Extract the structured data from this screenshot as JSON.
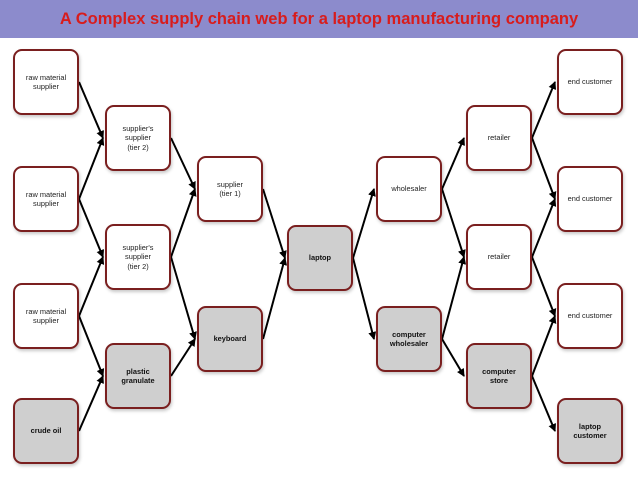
{
  "title": "A Complex supply chain web for a laptop manufacturing company",
  "colors": {
    "banner": "#8c8bcc",
    "title": "#d81c1c",
    "node_border": "#7a1f1f",
    "highlight_fill": "#cfcfcf",
    "arrow": "#000000"
  },
  "nodes": [
    {
      "id": "raw1",
      "label": "raw material\nsupplier",
      "highlight": false
    },
    {
      "id": "raw2",
      "label": "raw material\nsupplier",
      "highlight": false
    },
    {
      "id": "raw3",
      "label": "raw material\nsupplier",
      "highlight": false
    },
    {
      "id": "crude",
      "label": "crude oil",
      "highlight": true
    },
    {
      "id": "ss1",
      "label": "supplier's\nsupplier\n(tier 2)",
      "highlight": false
    },
    {
      "id": "ss2",
      "label": "supplier's\nsupplier\n(tier 2)",
      "highlight": false
    },
    {
      "id": "plastic",
      "label": "plastic\ngranulate",
      "highlight": true
    },
    {
      "id": "supp1",
      "label": "supplier\n(tier 1)",
      "highlight": false
    },
    {
      "id": "keyboard",
      "label": "keyboard",
      "highlight": true
    },
    {
      "id": "laptop",
      "label": "laptop",
      "highlight": true
    },
    {
      "id": "wholesaler",
      "label": "wholesaler",
      "highlight": false
    },
    {
      "id": "compwhole",
      "label": "computer\nwholesaler",
      "highlight": true
    },
    {
      "id": "retail1",
      "label": "retailer",
      "highlight": false
    },
    {
      "id": "retail2",
      "label": "retailer",
      "highlight": false
    },
    {
      "id": "compstore",
      "label": "computer\nstore",
      "highlight": true
    },
    {
      "id": "end1",
      "label": "end customer",
      "highlight": false
    },
    {
      "id": "end2",
      "label": "end customer",
      "highlight": false
    },
    {
      "id": "end3",
      "label": "end customer",
      "highlight": false
    },
    {
      "id": "lapcust",
      "label": "laptop\ncustomer",
      "highlight": true
    }
  ],
  "edges": [
    [
      "raw1",
      "ss1"
    ],
    [
      "raw2",
      "ss1"
    ],
    [
      "raw2",
      "ss2"
    ],
    [
      "raw3",
      "ss2"
    ],
    [
      "raw3",
      "plastic"
    ],
    [
      "crude",
      "plastic"
    ],
    [
      "ss1",
      "supp1"
    ],
    [
      "ss2",
      "supp1"
    ],
    [
      "ss2",
      "keyboard"
    ],
    [
      "plastic",
      "keyboard"
    ],
    [
      "supp1",
      "laptop"
    ],
    [
      "keyboard",
      "laptop"
    ],
    [
      "laptop",
      "wholesaler"
    ],
    [
      "laptop",
      "compwhole"
    ],
    [
      "wholesaler",
      "retail1"
    ],
    [
      "wholesaler",
      "retail2"
    ],
    [
      "compwhole",
      "retail2"
    ],
    [
      "compwhole",
      "compstore"
    ],
    [
      "retail1",
      "end1"
    ],
    [
      "retail1",
      "end2"
    ],
    [
      "retail2",
      "end2"
    ],
    [
      "retail2",
      "end3"
    ],
    [
      "compstore",
      "end3"
    ],
    [
      "compstore",
      "lapcust"
    ]
  ]
}
